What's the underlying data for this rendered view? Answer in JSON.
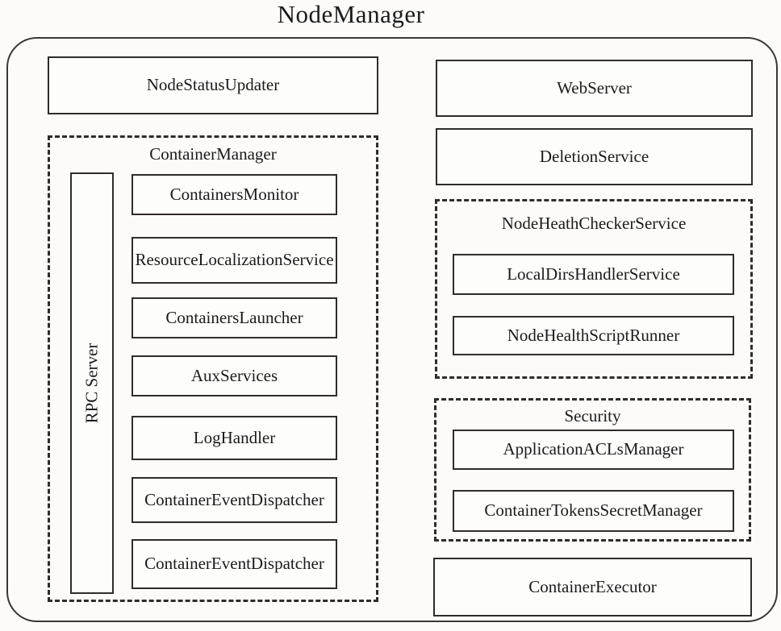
{
  "title": "NodeManager",
  "colors": {
    "border": "#2f2d2b",
    "background": "#fcfbfa",
    "box_fill": "#fdfdfc",
    "text": "#1b1b1b"
  },
  "left_column": {
    "node_status_updater": "NodeStatusUpdater",
    "container_manager": {
      "label": "ContainerManager",
      "rpc_server": "RPC Server",
      "services": [
        "ContainersMonitor",
        "ResourceLocalizationService",
        "ContainersLauncher",
        "AuxServices",
        "LogHandler",
        "ContainerEventDispatcher",
        "ContainerEventDispatcher"
      ]
    }
  },
  "right_column": {
    "web_server": "WebServer",
    "deletion_service": "DeletionService",
    "node_health_checker": {
      "label": "NodeHeathCheckerService",
      "services": [
        "LocalDirsHandlerService",
        "NodeHealthScriptRunner"
      ]
    },
    "security": {
      "label": "Security",
      "services": [
        "ApplicationACLsManager",
        "ContainerTokensSecretManager"
      ]
    },
    "container_executor": "ContainerExecutor"
  }
}
